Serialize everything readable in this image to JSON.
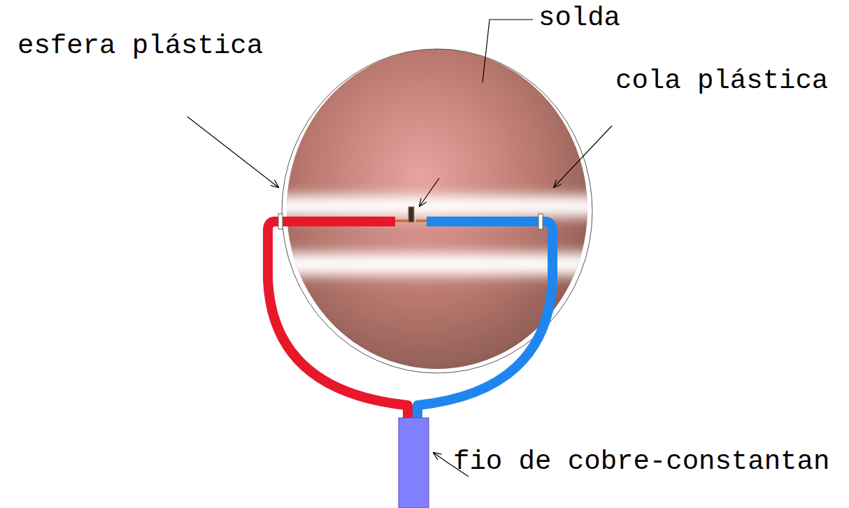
{
  "diagram": {
    "labels": [
      "solda",
      "esfera plástica",
      "cola plástica",
      "fio de cobre-constantan"
    ]
  }
}
